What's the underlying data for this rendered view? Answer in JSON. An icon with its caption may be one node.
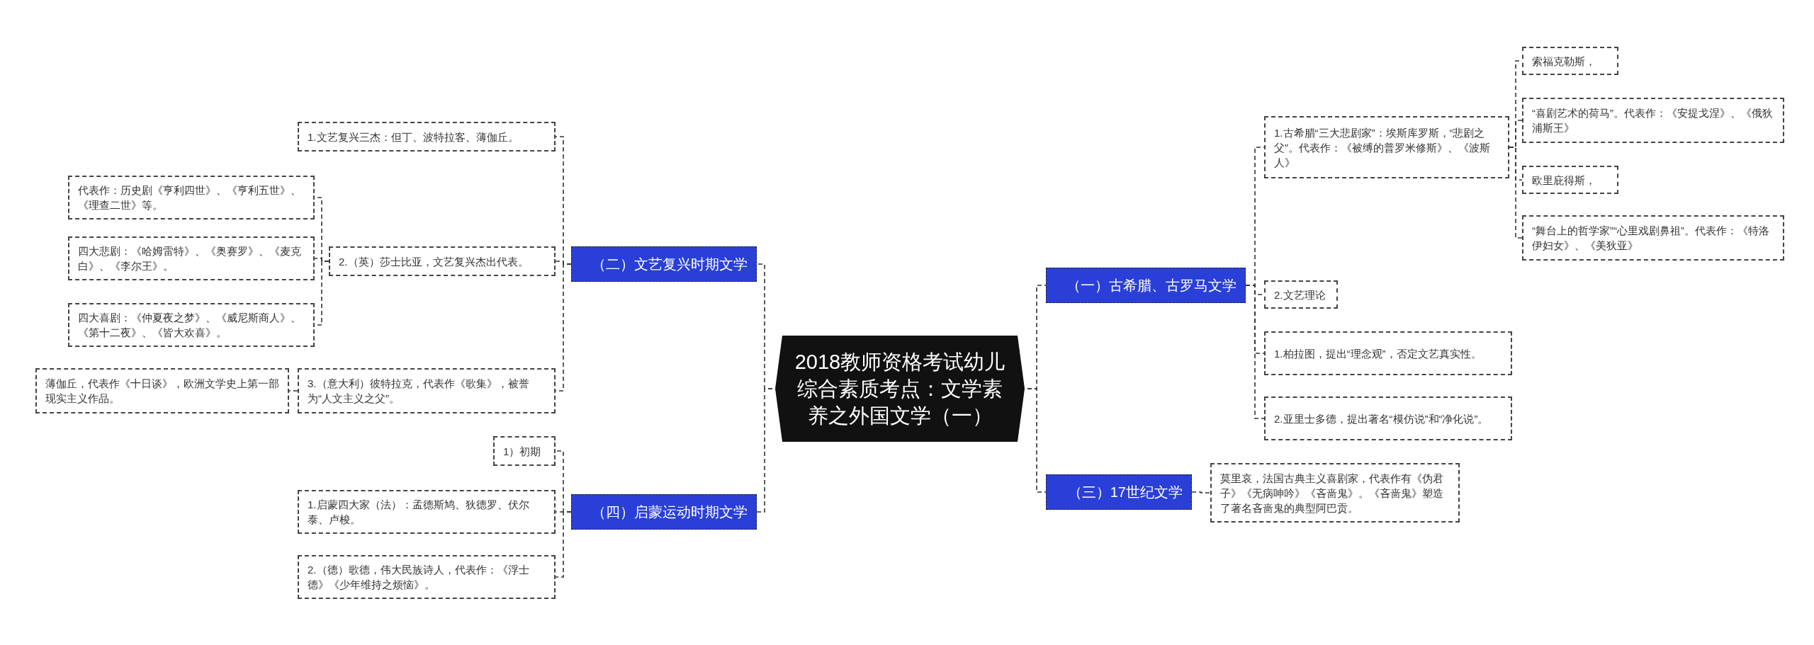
{
  "diagram": {
    "nodes": [
      {
        "text": [
          "2018教师资格考试幼儿综合素质考点：文学素养之外国文学（一）"
        ]
      },
      {
        "text": [
          "（二）文艺复兴时期文学"
        ]
      },
      {
        "text": [
          "1.文艺复兴三杰：但丁、波特拉客、薄伽丘。"
        ]
      },
      {
        "text": [
          "2.（英）莎士比亚，文艺复兴杰出代表。"
        ]
      },
      {
        "text": [
          "代表作：历史剧《亨利四世》、《亨利五世》、《理查二世》等。"
        ]
      },
      {
        "text": [
          "四大悲剧：《哈姆雷特》、《奥赛罗》、《麦克白》、《李尔王》。"
        ]
      },
      {
        "text": [
          "四大喜剧：《仲夏夜之梦》、《威尼斯商人》、《第十二夜》、《皆大欢喜》。"
        ]
      },
      {
        "text": [
          "3.（意大利）彼特拉克，代表作《歌集》，被誉为“人文主义之父”。"
        ]
      },
      {
        "text": [
          "薄伽丘，代表作《十日谈》，欧洲文学史上第一部现实主义作品。"
        ]
      },
      {
        "text": [
          "（四）启蒙运动时期文学"
        ]
      },
      {
        "text": [
          "1）初期"
        ]
      },
      {
        "text": [
          "1.启蒙四大家（法）：孟德斯鸠、狄德罗、伏尔泰、卢梭。"
        ]
      },
      {
        "text": [
          "2.（德）歌德，伟大民族诗人，代表作：《浮士德》《少年维持之烦恼》。"
        ]
      },
      {
        "text": [
          "（一）古希腊、古罗马文学"
        ]
      },
      {
        "text": [
          "1.古希腊“三大悲剧家”：埃斯库罗斯，“悲剧之父”。代表作：《被缚的普罗米修斯》、《波斯人》"
        ]
      },
      {
        "text": [
          "索福克勒斯，"
        ]
      },
      {
        "text": [
          "“喜剧艺术的荷马”。代表作：《安提戈涅》、《俄狄浦斯王》"
        ]
      },
      {
        "text": [
          "欧里庇得斯，"
        ]
      },
      {
        "text": [
          "“舞台上的哲学家”“心里戏剧鼻祖”。代表作：《特洛伊妇女》、《美狄亚》"
        ]
      },
      {
        "text": [
          "2.文艺理论"
        ]
      },
      {
        "text": [
          "1.柏拉图，提出“理念观”，否定文艺真实性。"
        ]
      },
      {
        "text": [
          "2.亚里士多德，提出著名“模仿说”和“净化说”。"
        ]
      },
      {
        "text": [
          "（三）17世纪文学"
        ]
      },
      {
        "text": [
          "莫里哀，法国古典主义喜剧家，代表作有《伪君子》《无病呻吟》《吝啬鬼》。《吝啬鬼》塑造了著名吝啬鬼的典型阿巴贡。"
        ]
      }
    ],
    "edges": [
      {
        "from": 0,
        "to": 1,
        "arrow": "none"
      },
      {
        "from": 0,
        "to": 9,
        "arrow": "none"
      },
      {
        "from": 0,
        "to": 13,
        "arrow": "none"
      },
      {
        "from": 0,
        "to": 22,
        "arrow": "none"
      },
      {
        "from": 1,
        "to": 2,
        "arrow": "none"
      },
      {
        "from": 1,
        "to": 3,
        "arrow": "none"
      },
      {
        "from": 1,
        "to": 7,
        "arrow": "none"
      },
      {
        "from": 3,
        "to": 4,
        "arrow": "none"
      },
      {
        "from": 3,
        "to": 5,
        "arrow": "none"
      },
      {
        "from": 3,
        "to": 6,
        "arrow": "none"
      },
      {
        "from": 7,
        "to": 8,
        "arrow": "none"
      },
      {
        "from": 9,
        "to": 10,
        "arrow": "none"
      },
      {
        "from": 9,
        "to": 11,
        "arrow": "none"
      },
      {
        "from": 9,
        "to": 12,
        "arrow": "none"
      },
      {
        "from": 13,
        "to": 14,
        "arrow": "none"
      },
      {
        "from": 13,
        "to": 19,
        "arrow": "none"
      },
      {
        "from": 13,
        "to": 20,
        "arrow": "none"
      },
      {
        "from": 13,
        "to": 21,
        "arrow": "none"
      },
      {
        "from": 14,
        "to": 15,
        "arrow": "none"
      },
      {
        "from": 14,
        "to": 16,
        "arrow": "none"
      },
      {
        "from": 14,
        "to": 17,
        "arrow": "none"
      },
      {
        "from": 14,
        "to": 18,
        "arrow": "none"
      },
      {
        "from": 22,
        "to": 23,
        "arrow": "none"
      }
    ]
  }
}
